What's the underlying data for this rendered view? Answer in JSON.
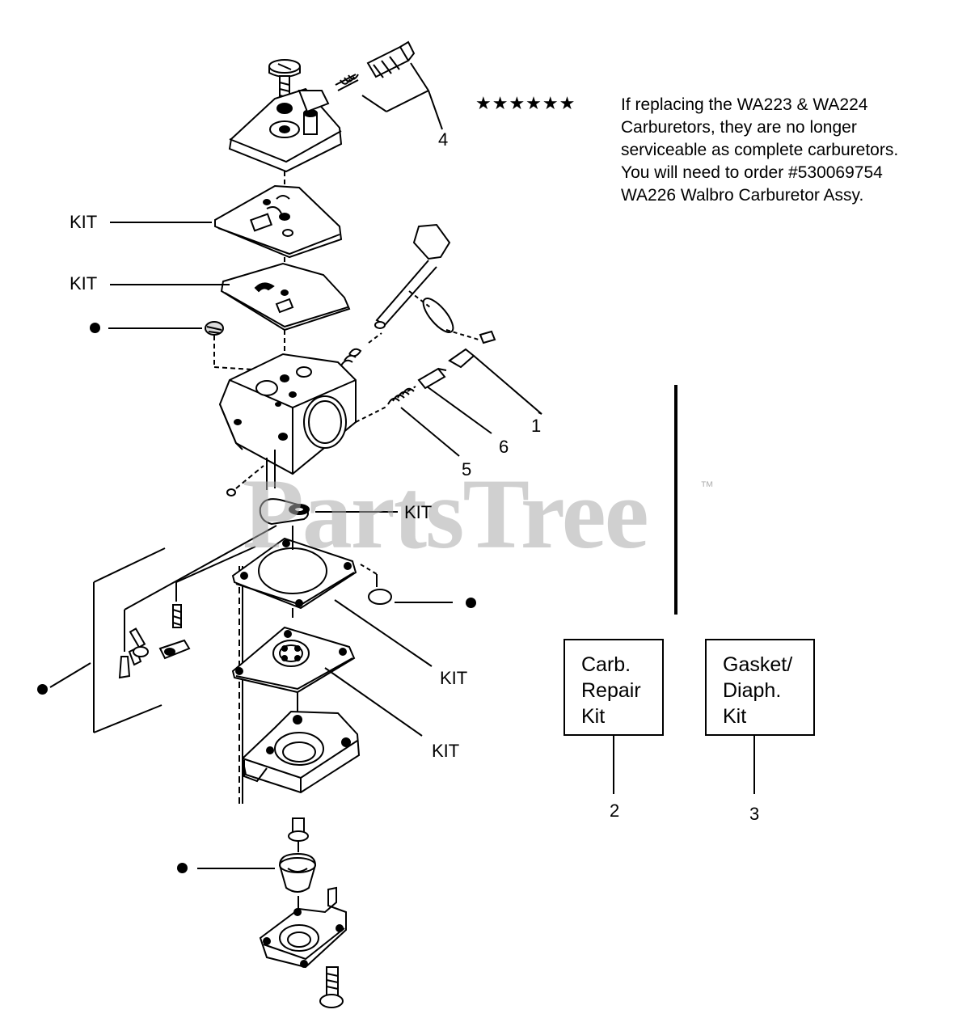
{
  "watermark": {
    "text": "PartsTree",
    "tm": "™"
  },
  "note": {
    "stars": "★★★★★★",
    "lines": [
      "If replacing the WA223 & WA224",
      "Carburetors, they are no longer",
      "serviceable as complete carburetors.",
      "You will need to order #530069754",
      "WA226 Walbro Carburetor Assy."
    ]
  },
  "kit_label": "KIT",
  "callouts": {
    "n1": "1",
    "n2": "2",
    "n3": "3",
    "n4": "4",
    "n5": "5",
    "n6": "6"
  },
  "boxes": {
    "carb_repair": [
      "Carb.",
      "Repair",
      "Kit"
    ],
    "gasket_diaph": [
      "Gasket/",
      "Diaph.",
      "Kit"
    ]
  }
}
